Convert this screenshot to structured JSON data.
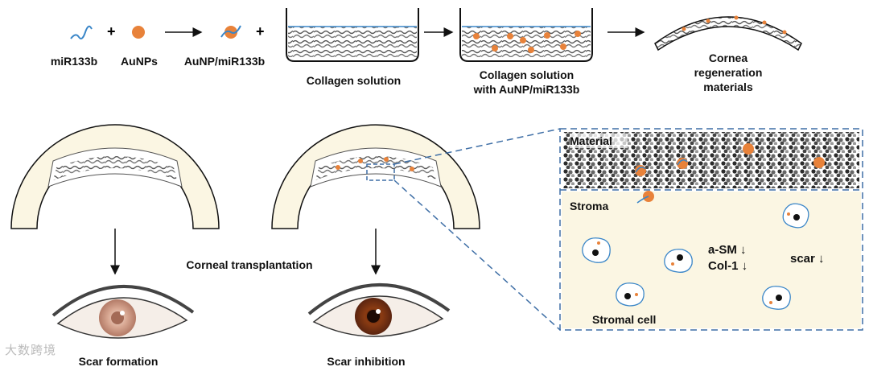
{
  "top_row": {
    "mirna_label": "miR133b",
    "plus_1": "+",
    "aunps_label": "AuNPs",
    "complex_label": "AuNP/miR133b",
    "plus_2": "+",
    "collagen_label": "Collagen solution",
    "collagen_mix_label_line1": "Collagen solution",
    "collagen_mix_label_line2": "with AuNP/miR133b",
    "cornea_label_line1": "Cornea",
    "cornea_label_line2": "regeneration",
    "cornea_label_line3": "materials"
  },
  "bottom_row": {
    "transplant_label": "Corneal transplantation",
    "scar_formation_label": "Scar formation",
    "scar_inhibition_label": "Scar inhibition"
  },
  "zoom_panel": {
    "material_label": "Material",
    "stroma_label": "Stroma",
    "marker_line1": "a-SM ↓",
    "marker_line2": "Col-1 ↓",
    "scar_label": "scar ↓",
    "stromal_cell_label": "Stromal cell"
  },
  "watermark": "大数跨境",
  "colors": {
    "aunp_orange": "#e8823a",
    "mirna_blue": "#3a86c8",
    "stroma_fill": "#fbf6e3",
    "dashed_border": "#3f6fa6",
    "collagen_gray": "#666666"
  }
}
